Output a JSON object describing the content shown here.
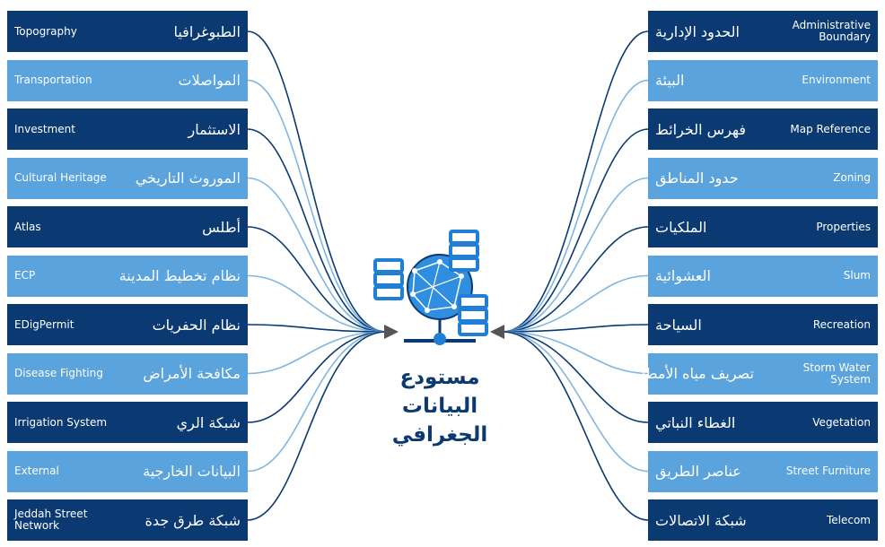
{
  "left_items": [
    {
      "en": "Topography",
      "ar": "الطبوغرافيا",
      "style": "dark"
    },
    {
      "en": "Transportation",
      "ar": "المواصلات",
      "style": "light"
    },
    {
      "en": "Investment",
      "ar": "الاستثمار",
      "style": "dark"
    },
    {
      "en": "Cultural Heritage",
      "ar": "الموروث التاريخي",
      "style": "light"
    },
    {
      "en": "Atlas",
      "ar": "أطلس",
      "style": "dark"
    },
    {
      "en": "ECP",
      "ar": "نظام تخطيط المدينة",
      "style": "light"
    },
    {
      "en": "EDigPermit",
      "ar": "نظام الحفريات",
      "style": "dark"
    },
    {
      "en": "Disease Fighting",
      "ar": "مكافحة الأمراض",
      "style": "light"
    },
    {
      "en": "Irrigation System",
      "ar": "شبكة الري",
      "style": "dark"
    },
    {
      "en": "External",
      "ar": "البيانات الخارجية",
      "style": "light"
    },
    {
      "en": "Jeddah Street Network",
      "ar": "شبكة طرق جدة",
      "style": "dark"
    }
  ],
  "right_items": [
    {
      "en": "Administrative Boundary",
      "ar": "الحدود الإدارية",
      "style": "dark"
    },
    {
      "en": "Environment",
      "ar": "البيئة",
      "style": "light"
    },
    {
      "en": "Map Reference",
      "ar": "فهرس الخرائط",
      "style": "dark"
    },
    {
      "en": "Zoning",
      "ar": "حدود المناطق",
      "style": "light"
    },
    {
      "en": "Properties",
      "ar": "الملكيات",
      "style": "dark"
    },
    {
      "en": "Slum",
      "ar": "العشوائية",
      "style": "light"
    },
    {
      "en": "Recreation",
      "ar": "السياحة",
      "style": "dark"
    },
    {
      "en": "Storm Water System",
      "ar": "تصريف مياه الأمطار",
      "style": "light"
    },
    {
      "en": "Vegetation",
      "ar": "الغطاء النباتي",
      "style": "dark"
    },
    {
      "en": "Street Furniture",
      "ar": "عناصر الطريق",
      "style": "light"
    },
    {
      "en": "Telecom",
      "ar": "شبكة الاتصالات",
      "style": "dark"
    }
  ],
  "center": {
    "title_line1": "مستودع البيانات",
    "title_line2": "الجغرافي"
  },
  "colors": {
    "dark": "#0b3a73",
    "light": "#5aa3dc",
    "line_dark": "#0b3a73",
    "line_light": "#7fb6e2",
    "arrow": "#555555",
    "icon_blue": "#1f7fd6"
  },
  "icons": [
    "database-server-icon",
    "globe-network-icon"
  ]
}
